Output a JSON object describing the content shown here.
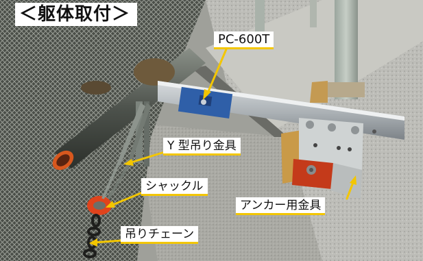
{
  "caption": {
    "title": "＜躯体取付＞"
  },
  "labels": {
    "pc_600t": "PC-600T",
    "y_bracket": "Y 型吊り金具",
    "shackle": "シャックル",
    "anchor_bracket": "アンカー用金具",
    "chain": "吊りチェーン"
  },
  "colors": {
    "label_underline": "#f3c600",
    "arrow": "#f3c600",
    "shackle": "#e0431c",
    "anchor_plate": "#c43a1a",
    "clamp_blue": "#2f5fa8"
  }
}
